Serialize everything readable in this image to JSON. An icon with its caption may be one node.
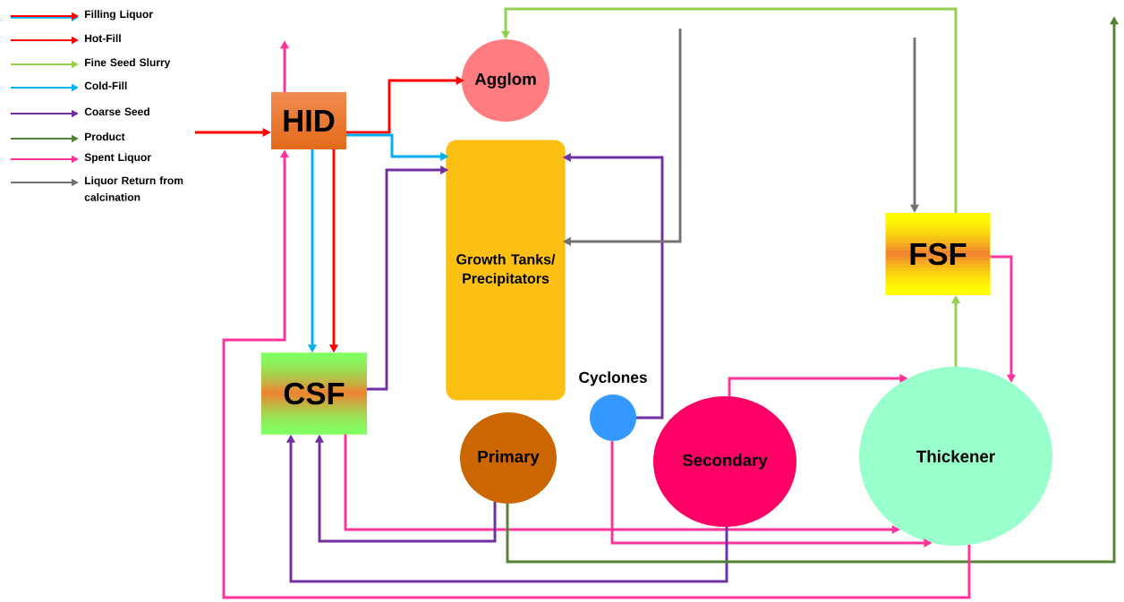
{
  "diagram": {
    "nodes": [
      {
        "text": [
          "HID"
        ]
      },
      {
        "text": [
          "Agglom"
        ]
      },
      {
        "text": [
          "Growth Tanks/ Precipitators"
        ]
      },
      {
        "text": [
          "FSF"
        ]
      },
      {
        "text": [
          "CSF"
        ]
      },
      {
        "text": [],
        "shape": "circle",
        "beside": [
          "Cyclones"
        ]
      },
      {
        "text": [
          "Primary"
        ]
      },
      {
        "text": [
          "Secondary"
        ]
      },
      {
        "text": [
          "Thickener"
        ]
      }
    ],
    "edges": [
      {
        "from": null,
        "to": 0,
        "arrow": "to",
        "color": "#ff0000"
      },
      {
        "from": 0,
        "to": 1,
        "arrow": "to",
        "color": "#ff0000"
      },
      {
        "from": 0,
        "to": 2,
        "arrow": "to",
        "color": "#00b0f0"
      },
      {
        "from": 0,
        "to": null,
        "arrow": "to",
        "color": "#ff3399"
      },
      {
        "from": 0,
        "to": 4,
        "arrow": "to",
        "color": "#00b0f0"
      },
      {
        "from": 0,
        "to": 4,
        "arrow": "to",
        "color": "#ff0000"
      },
      {
        "from": 4,
        "to": 2,
        "arrow": "to",
        "color": "#7030a0"
      },
      {
        "from": 5,
        "to": 2,
        "arrow": "to",
        "color": "#7030a0"
      },
      {
        "from": null,
        "to": 2,
        "arrow": "to",
        "color": "#767171"
      },
      {
        "from": null,
        "to": 3,
        "arrow": "to",
        "color": "#767171"
      },
      {
        "from": 3,
        "to": 1,
        "arrow": "to",
        "color": "#92d050"
      },
      {
        "from": 8,
        "to": 3,
        "arrow": "to",
        "color": "#92d050"
      },
      {
        "from": 3,
        "to": 8,
        "arrow": "to",
        "color": "#ff3399"
      },
      {
        "from": 7,
        "to": 8,
        "arrow": "to",
        "color": "#ff3399"
      },
      {
        "from": 4,
        "to": 8,
        "arrow": "to",
        "color": "#ff3399"
      },
      {
        "from": 5,
        "to": 8,
        "arrow": "to",
        "color": "#ff3399"
      },
      {
        "from": 6,
        "to": 4,
        "arrow": "to",
        "color": "#7030a0"
      },
      {
        "from": 7,
        "to": 4,
        "arrow": "to",
        "color": "#7030a0"
      },
      {
        "from": 6,
        "to": null,
        "arrow": "to",
        "color": "#548235"
      },
      {
        "from": 8,
        "to": 0,
        "arrow": "to",
        "color": "#ff3399"
      }
    ],
    "legend": [
      {
        "text": "Filling Liquor"
      },
      {
        "text": "Hot-Fill"
      },
      {
        "text": "Fine Seed Slurry"
      },
      {
        "text": "Cold-Fill"
      },
      {
        "text": "Coarse Seed"
      },
      {
        "text": "Product"
      },
      {
        "text": "Spent Liquor"
      },
      {
        "text": "Liquor Return from calcination"
      }
    ]
  }
}
